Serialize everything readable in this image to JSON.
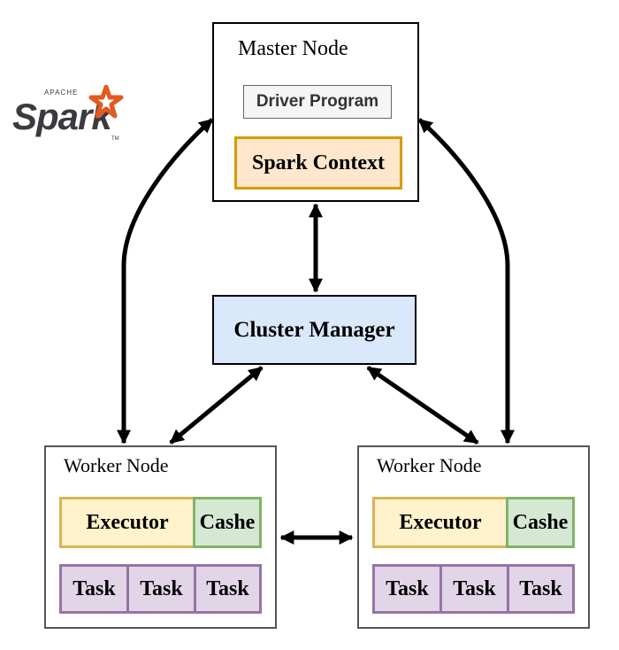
{
  "logo": {
    "apache": "APACHE",
    "spark": "Spark",
    "tm": "TM"
  },
  "master": {
    "title": "Master Node",
    "driver": "Driver Program",
    "context": "Spark Context"
  },
  "cluster": {
    "label": "Cluster Manager"
  },
  "workers": [
    {
      "title": "Worker Node",
      "executor": "Executor",
      "cache": "Cashe",
      "tasks": [
        "Task",
        "Task",
        "Task"
      ]
    },
    {
      "title": "Worker Node",
      "executor": "Executor",
      "cache": "Cashe",
      "tasks": [
        "Task",
        "Task",
        "Task"
      ]
    }
  ],
  "colors": {
    "spark_star": "#e25a1c",
    "spark_text": "#3c3a3e",
    "driver_fill": "#f5f5f5",
    "context_fill": "#ffe6cc",
    "context_border": "#d79b00",
    "cluster_fill": "#dae8fc",
    "executor_fill": "#fff2cc",
    "executor_border": "#d6b656",
    "cache_fill": "#d5e8d4",
    "cache_border": "#82b366",
    "task_fill": "#e1d5e7",
    "task_border": "#9673a6"
  }
}
